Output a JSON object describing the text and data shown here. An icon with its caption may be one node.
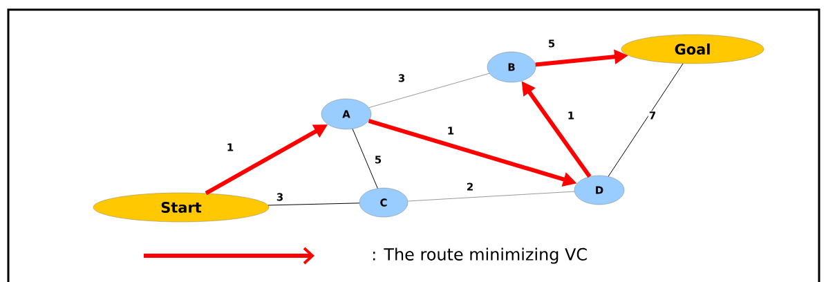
{
  "diagram": {
    "nodes": [
      {
        "text": [
          "Start"
        ]
      },
      {
        "text": [
          "A"
        ]
      },
      {
        "text": [
          "B"
        ]
      },
      {
        "text": [
          "Goal"
        ]
      },
      {
        "text": [
          "C"
        ]
      },
      {
        "text": [
          "D"
        ]
      }
    ],
    "edges": [
      {
        "from": 0,
        "to": 1,
        "arrow": "to",
        "label": "1",
        "style": "thick",
        "color": "#ff0000"
      },
      {
        "from": 1,
        "to": 2,
        "arrow": "none",
        "label": "3",
        "color": "#999999"
      },
      {
        "from": 1,
        "to": 5,
        "arrow": "to",
        "label": "1",
        "style": "thick",
        "color": "#ff0000"
      },
      {
        "from": 1,
        "to": 4,
        "arrow": "none",
        "label": "5",
        "color": "#000000"
      },
      {
        "from": 0,
        "to": 4,
        "arrow": "none",
        "label": "3",
        "color": "#000000"
      },
      {
        "from": 4,
        "to": 5,
        "arrow": "none",
        "label": "2",
        "color": "#999999"
      },
      {
        "from": 5,
        "to": 2,
        "arrow": "to",
        "label": "1",
        "style": "thick",
        "color": "#ff0000"
      },
      {
        "from": 2,
        "to": 3,
        "arrow": "to",
        "label": "5",
        "style": "thick",
        "color": "#ff0000"
      },
      {
        "from": 5,
        "to": 3,
        "arrow": "none",
        "label": "7",
        "color": "#000000"
      }
    ],
    "legend": [
      {
        "text": ": The route minimizing VC"
      }
    ]
  }
}
